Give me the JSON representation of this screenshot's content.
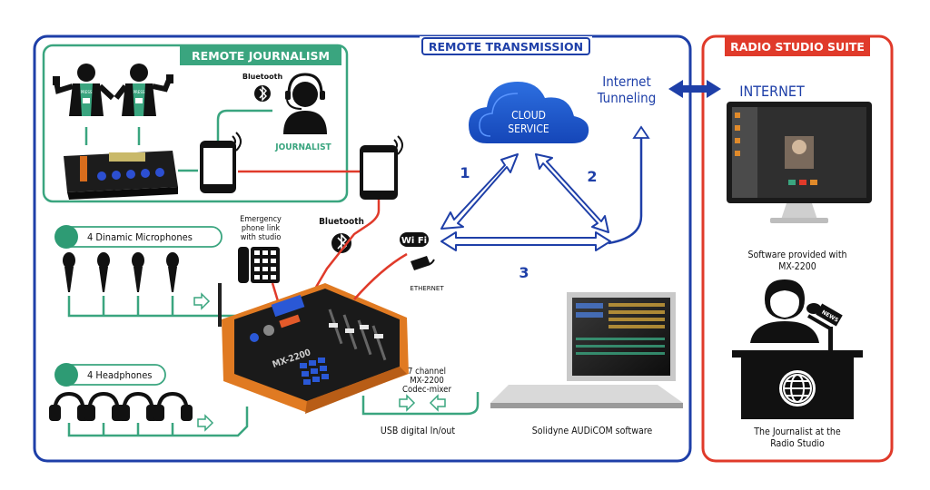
{
  "sections": {
    "remote_transmission": "REMOTE TRANSMISSION",
    "remote_journalism": "REMOTE JOURNALISM",
    "radio_studio_suite": "RADIO STUDIO SUITE"
  },
  "labels": {
    "bluetooth_small": "Bluetooth",
    "journalist": "JOURNALIST",
    "bluetooth": "Bluetooth",
    "emergency_1": "Emergency",
    "emergency_2": "phone link",
    "emergency_3": "with studio",
    "microphones": "4 Dinamic Microphones",
    "headphones": "4 Headphones",
    "wifi": "Wi Fi",
    "ethernet": "ETHERNET",
    "cloud_1": "CLOUD",
    "cloud_2": "SERVICE",
    "internet_tunneling_1": "Internet",
    "internet_tunneling_2": "Tunneling",
    "internet": "INTERNET",
    "path_1": "1",
    "path_2": "2",
    "path_3": "3",
    "mixer_1": "7 channel",
    "mixer_2": "MX-2200",
    "mixer_3": "Codec-mixer",
    "usb": "USB digital In/out",
    "audicom": "Solidyne AUDiCOM software",
    "software_1": "Software provided with",
    "software_2": "MX-2200",
    "studio_journalist_1": "The Journalist at the",
    "studio_journalist_2": "Radio Studio",
    "mixer_brand": "MX-2200",
    "press_tag": "PRESS",
    "news_tag": "NEWS"
  },
  "colors": {
    "blue": "#1e3fa8",
    "teal": "#3aa57f",
    "red": "#e03a2a",
    "orange": "#e07a22",
    "dark": "#111111"
  }
}
